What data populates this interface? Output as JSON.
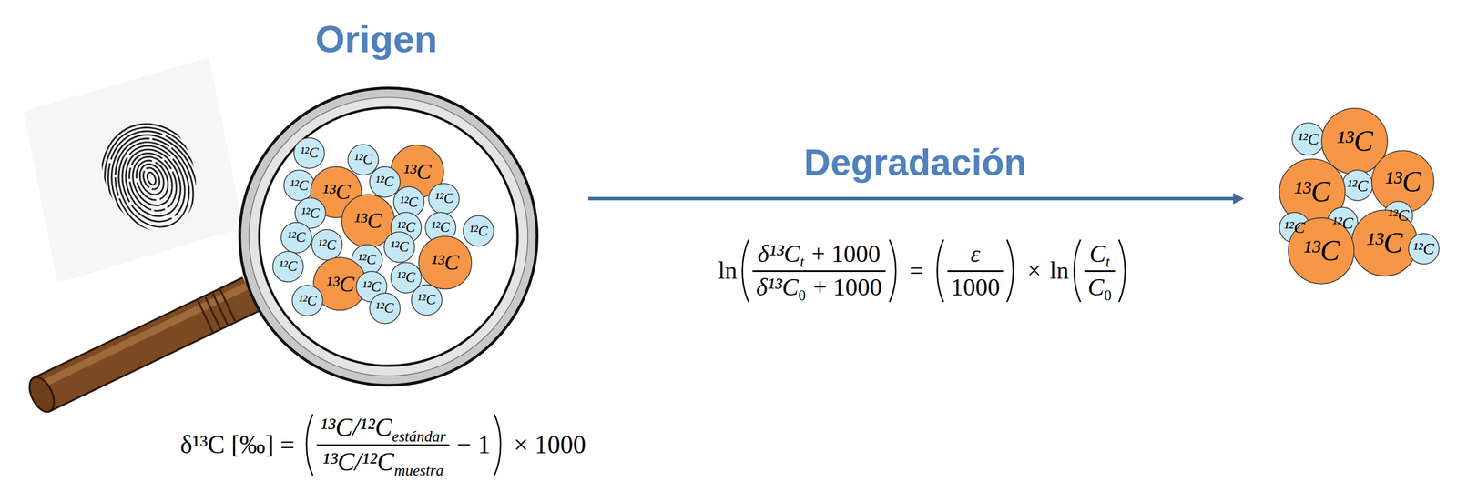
{
  "diagram": {
    "nodes": [
      {
        "text": [
          "¹²C"
        ]
      },
      {
        "text": [
          "¹²C"
        ]
      },
      {
        "text": [
          "¹³C"
        ]
      },
      {
        "text": [
          "¹²C"
        ]
      },
      {
        "text": [
          "¹²C"
        ]
      },
      {
        "text": [
          "¹³C"
        ]
      },
      {
        "text": [
          "¹²C"
        ]
      },
      {
        "text": [
          "¹²C"
        ]
      },
      {
        "text": [
          "¹²C"
        ]
      },
      {
        "text": [
          "¹³C"
        ]
      },
      {
        "text": [
          "¹²C"
        ]
      },
      {
        "text": [
          "¹²C"
        ]
      },
      {
        "text": [
          "¹²C"
        ]
      },
      {
        "text": [
          "¹²C"
        ]
      },
      {
        "text": [
          "¹²C"
        ]
      },
      {
        "text": [
          "¹²C"
        ]
      },
      {
        "text": [
          "¹²C"
        ]
      },
      {
        "text": [
          "¹³C"
        ]
      },
      {
        "text": [
          "¹²C"
        ]
      },
      {
        "text": [
          "¹²C"
        ]
      },
      {
        "text": [
          "¹³C"
        ]
      },
      {
        "text": [
          "¹²C"
        ]
      },
      {
        "text": [
          "¹²C"
        ]
      },
      {
        "text": [
          "¹²C"
        ]
      },
      {
        "text": [
          "¹²C"
        ]
      },
      {
        "text": [
          "¹²C"
        ]
      },
      {
        "text": [
          "¹³C"
        ]
      },
      {
        "text": [
          "¹²C"
        ]
      },
      {
        "text": [
          "¹³C"
        ]
      },
      {
        "text": [
          "¹³C"
        ]
      },
      {
        "text": [
          "¹²C"
        ]
      },
      {
        "text": [
          "¹²C"
        ]
      },
      {
        "text": [
          "¹²C"
        ]
      },
      {
        "text": [
          "¹³C"
        ]
      },
      {
        "text": [
          "¹³C"
        ]
      },
      {
        "text": [
          "¹²C"
        ]
      }
    ],
    "labels": [
      "Origen",
      "Degradación",
      "ln",
      "δ¹³C",
      "t",
      "+ 1000",
      "δ¹³C",
      "0",
      "+ 1000",
      "=",
      "ε",
      "1000",
      "×",
      "ln",
      "C",
      "t",
      "C",
      "0",
      "δ¹³C [‰] =",
      "¹³C/¹²C",
      "estándar",
      "− 1",
      "× 1000",
      "¹³C/¹²C",
      "muestra"
    ]
  }
}
